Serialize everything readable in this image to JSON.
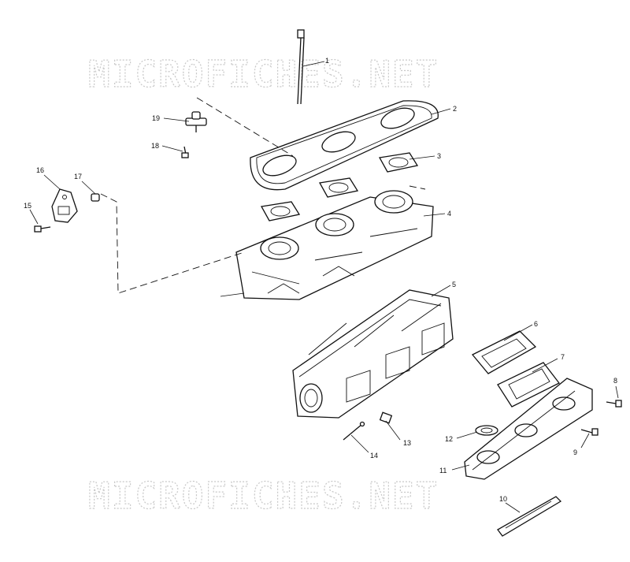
{
  "watermarks": [
    "MICROFICHES.NET",
    "MICROFICHES.NET"
  ],
  "callouts": [
    "1",
    "2",
    "3",
    "4",
    "5",
    "6",
    "7",
    "8",
    "9",
    "10",
    "11",
    "12",
    "13",
    "14",
    "15",
    "16",
    "17",
    "18",
    "19"
  ],
  "colors": {
    "ink": "#111111",
    "watermark": "#c8c8c8",
    "background": "#ffffff"
  }
}
